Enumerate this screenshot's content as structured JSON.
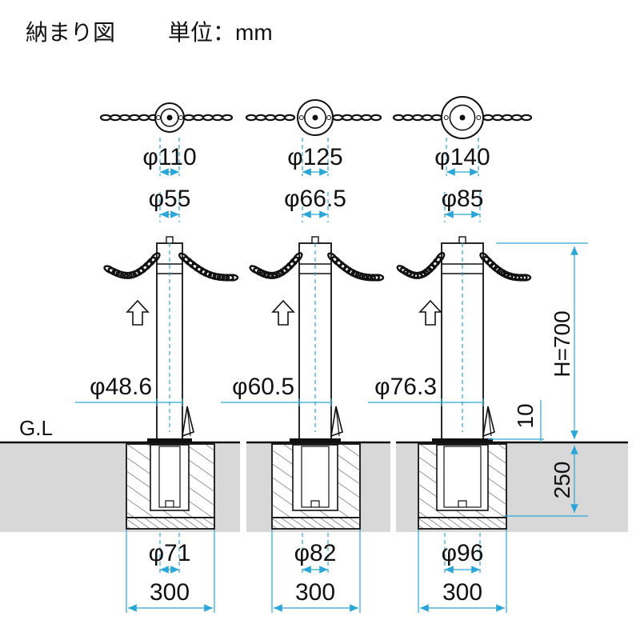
{
  "title": "納まり図",
  "unit_label": "単位：mm",
  "ground_label": "G.L",
  "height_label": "H=700",
  "clearance_label": "10",
  "depth_label": "250",
  "colors": {
    "dimension": "#2aa7d8",
    "ground": "#d8d8d8",
    "ink": "#111111"
  },
  "posts": [
    {
      "flange": "φ110",
      "cap": "φ55",
      "pipe": "φ48.6",
      "sleeve": "φ71",
      "foundation": "300"
    },
    {
      "flange": "φ125",
      "cap": "φ66.5",
      "pipe": "φ60.5",
      "sleeve": "φ82",
      "foundation": "300"
    },
    {
      "flange": "φ140",
      "cap": "φ85",
      "pipe": "φ76.3",
      "sleeve": "φ96",
      "foundation": "300"
    }
  ]
}
